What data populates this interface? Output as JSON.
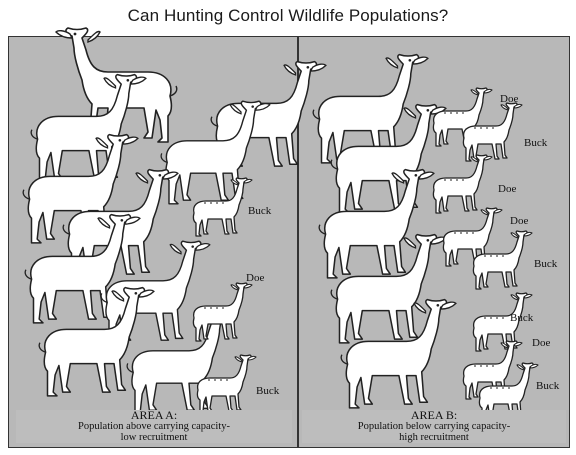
{
  "title": "Can Hunting Control Wildlife Populations?",
  "colors": {
    "panel_bg": "#b8b8b8",
    "deer_fill": "#ffffff",
    "outline": "#222222"
  },
  "area_a": {
    "title": "AREA A:",
    "line1": "Population above carrying capacity-",
    "line2": "low recruitment",
    "labels": {
      "buck1": "Buck",
      "doe": "Doe",
      "buck2": "Buck"
    }
  },
  "area_b": {
    "title": "AREA B:",
    "line1": "Population below carrying capacity-",
    "line2": "high recruitment",
    "labels": {
      "doe1": "Doe",
      "buck1": "Buck",
      "doe2": "Doe",
      "doe3": "Doe",
      "buck2": "Buck",
      "buck3": "Buck",
      "doe4": "Doe",
      "buck4": "Buck"
    }
  }
}
